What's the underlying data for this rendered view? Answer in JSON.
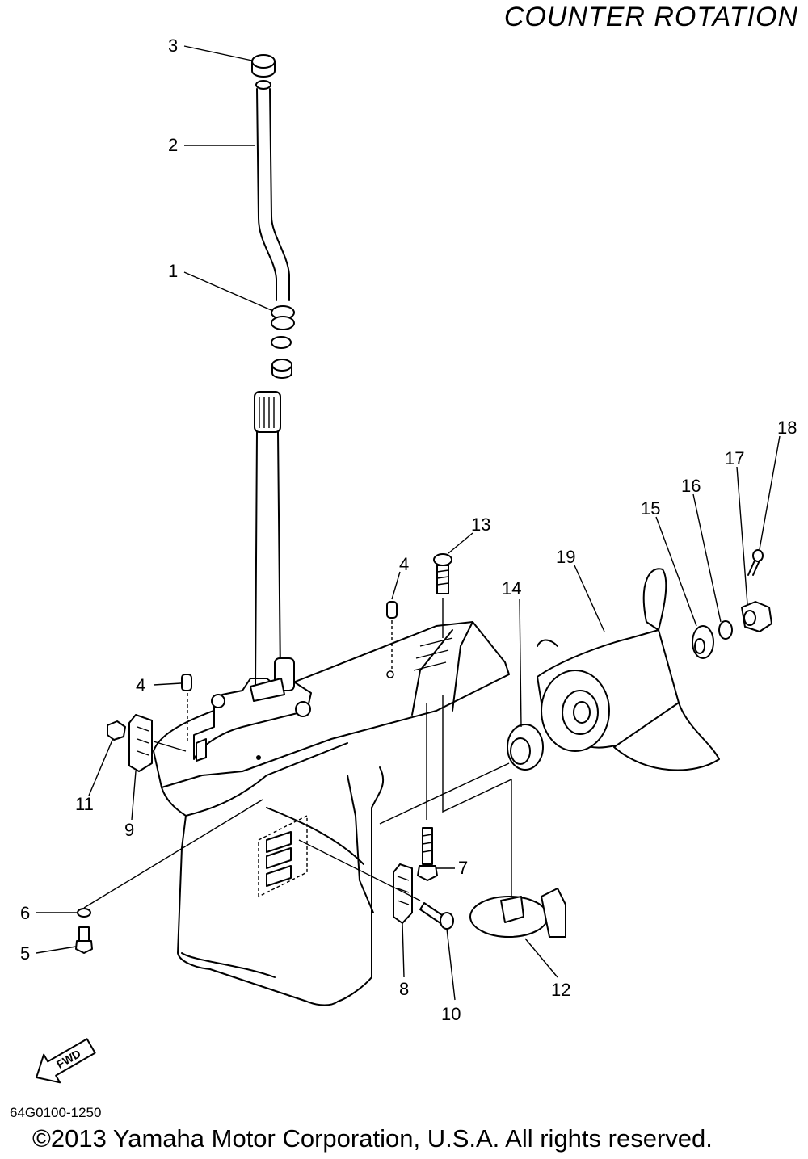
{
  "title": "COUNTER  ROTATION",
  "part_code": "64G0100-1250",
  "copyright": "©2013 Yamaha Motor Corporation, U.S.A. All rights reserved.",
  "fwd_label": "FWD",
  "callouts": {
    "c1": "1",
    "c2": "2",
    "c3": "3",
    "c4a": "4",
    "c4b": "4",
    "c5": "5",
    "c6": "6",
    "c7": "7",
    "c8": "8",
    "c9": "9",
    "c10": "10",
    "c11": "11",
    "c12": "12",
    "c13": "13",
    "c14": "14",
    "c15": "15",
    "c16": "16",
    "c17": "17",
    "c18": "18",
    "c19": "19"
  }
}
